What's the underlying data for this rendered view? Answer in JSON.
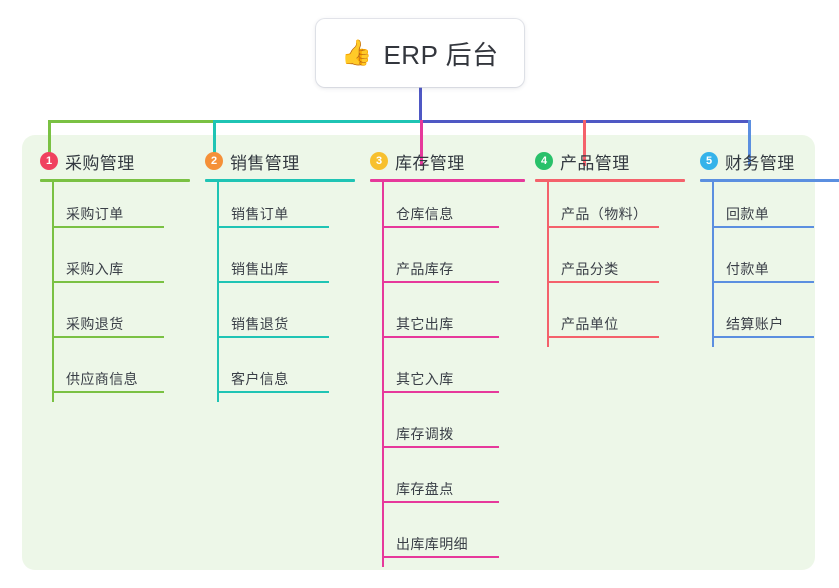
{
  "root": {
    "emoji": "👍",
    "emoji_name": "thumbs-up-icon",
    "title": "ERP 后台"
  },
  "palette": {
    "panel_bg": "#edf7e8",
    "stem": "#4f58c4",
    "col1": "#7ac143",
    "col2": "#1fc4b4",
    "col3": "#e6399b",
    "col4": "#f4616b",
    "col5": "#5b8fe0",
    "badge1": "#f0415f",
    "badge2": "#f59038",
    "badge3": "#f7c02e",
    "badge4": "#29c16a",
    "badge5": "#35b3ea"
  },
  "columns": [
    {
      "number": "1",
      "title": "采购管理",
      "line_color": "#7ac143",
      "badge_color": "#f0415f",
      "items": [
        {
          "label": "采购订单"
        },
        {
          "label": "采购入库"
        },
        {
          "label": "采购退货"
        },
        {
          "label": "供应商信息"
        }
      ]
    },
    {
      "number": "2",
      "title": "销售管理",
      "line_color": "#1fc4b4",
      "badge_color": "#f59038",
      "items": [
        {
          "label": "销售订单"
        },
        {
          "label": "销售出库"
        },
        {
          "label": "销售退货"
        },
        {
          "label": "客户信息"
        }
      ]
    },
    {
      "number": "3",
      "title": "库存管理",
      "line_color": "#e6399b",
      "badge_color": "#f7c02e",
      "items": [
        {
          "label": "仓库信息"
        },
        {
          "label": "产品库存"
        },
        {
          "label": "其它出库"
        },
        {
          "label": "其它入库"
        },
        {
          "label": "库存调拨"
        },
        {
          "label": "库存盘点"
        },
        {
          "label": "出库库明细"
        }
      ]
    },
    {
      "number": "4",
      "title": "产品管理",
      "line_color": "#f4616b",
      "badge_color": "#29c16a",
      "items": [
        {
          "label": "产品（物料）"
        },
        {
          "label": "产品分类"
        },
        {
          "label": "产品单位"
        }
      ]
    },
    {
      "number": "5",
      "title": "财务管理",
      "line_color": "#5b8fe0",
      "badge_color": "#35b3ea",
      "items": [
        {
          "label": "回款单"
        },
        {
          "label": "付款单"
        },
        {
          "label": "结算账户"
        }
      ]
    }
  ]
}
